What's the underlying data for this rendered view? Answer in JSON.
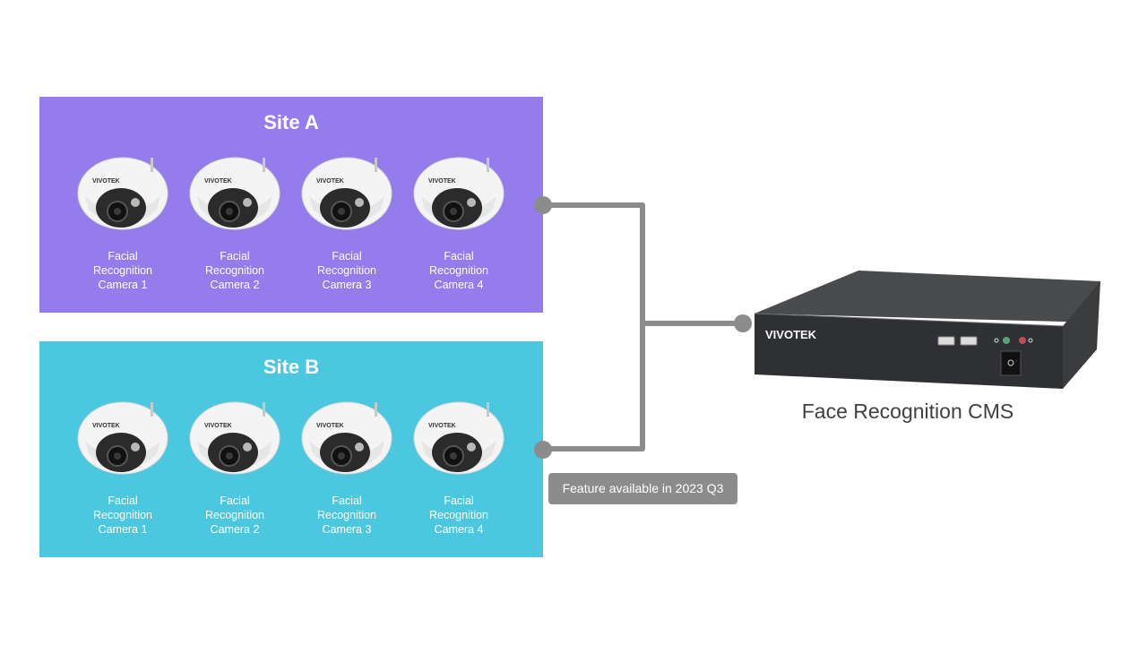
{
  "sites": [
    {
      "title": "Site A",
      "color": "#957ced",
      "cameras": [
        {
          "line1": "Facial",
          "line2": "Recognition",
          "line3": "Camera  1"
        },
        {
          "line1": "Facial",
          "line2": "Recognition",
          "line3": "Camera  2"
        },
        {
          "line1": "Facial",
          "line2": "Recognition",
          "line3": "Camera  3"
        },
        {
          "line1": "Facial",
          "line2": "Recognition",
          "line3": "Camera  4"
        }
      ]
    },
    {
      "title": "Site B",
      "color": "#4bc7e0",
      "cameras": [
        {
          "line1": "Facial",
          "line2": "Recognition",
          "line3": "Camera  1"
        },
        {
          "line1": "Facial",
          "line2": "Recognition",
          "line3": "Camera  2"
        },
        {
          "line1": "Facial",
          "line2": "Recognition",
          "line3": "Camera  3"
        },
        {
          "line1": "Facial",
          "line2": "Recognition",
          "line3": "Camera  4"
        }
      ]
    }
  ],
  "camera_brand": "VIVOTEK",
  "device": {
    "brand": "VIVOTEK",
    "label": "Face Recognition CMS"
  },
  "badge": {
    "text": "Feature available  in 2023 Q3"
  },
  "connector_color": "#8c8c8c"
}
